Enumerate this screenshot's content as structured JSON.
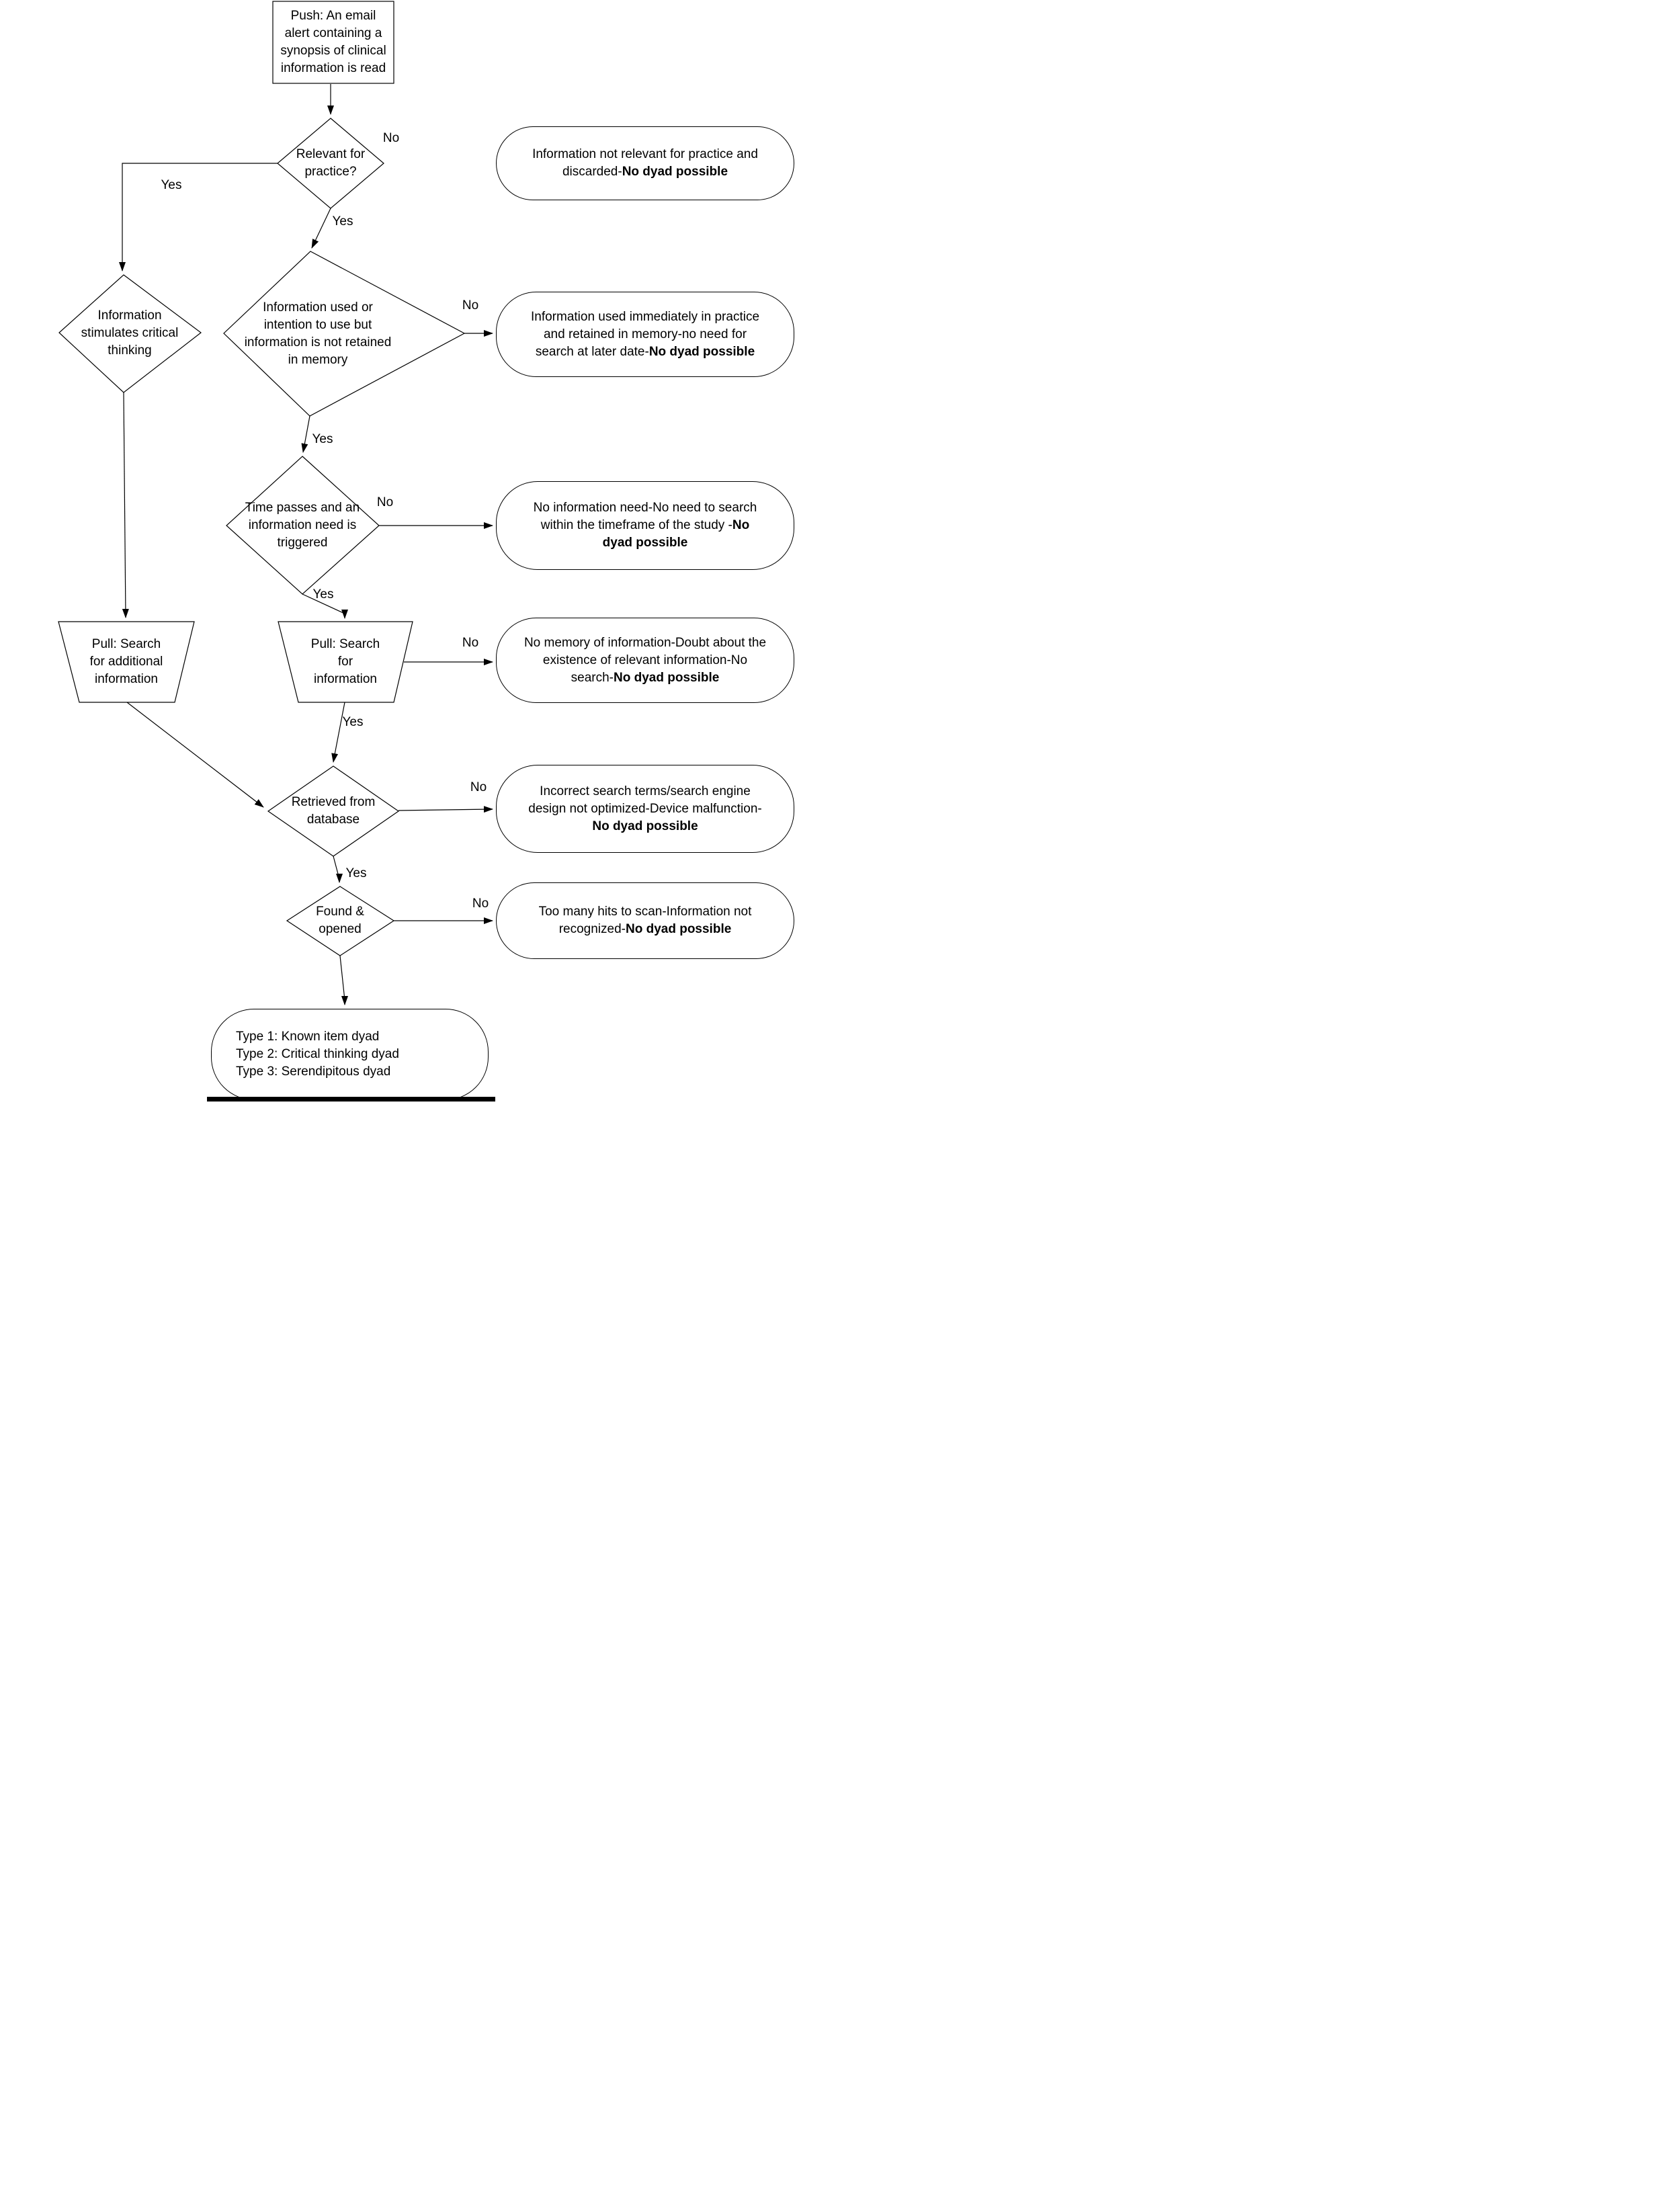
{
  "labels": {
    "yes": "Yes",
    "no": "No"
  },
  "nodes": {
    "start": {
      "lines": [
        "Push: An email",
        "alert containing a",
        "synopsis of clinical",
        "information is read"
      ]
    },
    "relevant_for_practice": {
      "lines": [
        "Relevant for",
        "practice?"
      ]
    },
    "stimulates_critical_thinking": {
      "lines": [
        "Information",
        "stimulates critical",
        "thinking"
      ]
    },
    "used_or_intention": {
      "lines": [
        "Information used or",
        "intention to use but",
        "information is not retained",
        "in memory"
      ]
    },
    "time_passes": {
      "lines": [
        "Time passes and an",
        "information need is",
        "triggered"
      ]
    },
    "pull_search_additional": {
      "lines": [
        "Pull: Search",
        "for additional",
        "information"
      ]
    },
    "pull_search": {
      "lines": [
        "Pull: Search",
        "for",
        "information"
      ]
    },
    "retrieved_from_database": {
      "lines": [
        "Retrieved from",
        "database"
      ]
    },
    "found_and_opened": {
      "lines": [
        "Found &",
        "opened"
      ]
    },
    "dyad_types": {
      "lines": [
        "Type 1: Known item dyad",
        "Type 2: Critical thinking dyad",
        "Type 3: Serendipitous dyad"
      ]
    }
  },
  "terminals": {
    "not_relevant": {
      "lines": [
        {
          "regular": "Information not relevant for practice and"
        },
        {
          "regular": "discarded-",
          "bold": "No dyad possible"
        }
      ]
    },
    "used_immediately": {
      "lines": [
        {
          "regular": "Information used immediately in practice"
        },
        {
          "regular": "and retained in memory-no need for"
        },
        {
          "regular": "search at later date-",
          "bold": "No dyad possible"
        }
      ]
    },
    "no_information_need": {
      "lines": [
        {
          "regular": "No information need-No need to search"
        },
        {
          "regular": "within the  timeframe of the study -",
          "bold": "No"
        },
        {
          "bold": "dyad possible"
        }
      ]
    },
    "no_memory": {
      "lines": [
        {
          "regular": "No memory of information-Doubt about the"
        },
        {
          "regular": "existence of relevant information-No"
        },
        {
          "regular": "search-",
          "bold": "No dyad possible"
        }
      ]
    },
    "incorrect_search": {
      "lines": [
        {
          "regular": "Incorrect search terms/search engine"
        },
        {
          "regular": "design not optimized-Device malfunction-"
        },
        {
          "bold": "No dyad possible"
        }
      ]
    },
    "too_many_hits": {
      "lines": [
        {
          "regular": "Too many hits to scan-Information not"
        },
        {
          "regular": "recognized-",
          "bold": "No dyad possible"
        }
      ]
    }
  }
}
